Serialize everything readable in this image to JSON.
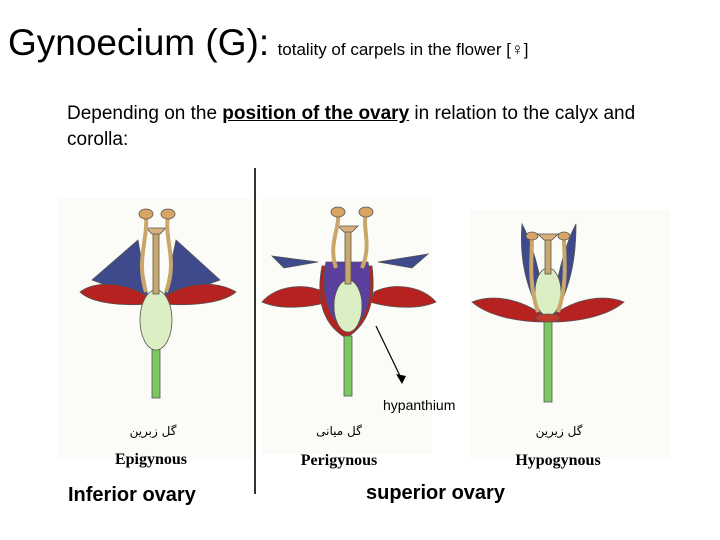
{
  "title": {
    "main": "Gynoecium (G):",
    "sub": "totality of carpels in the flower [♀]"
  },
  "intro": {
    "before": "Depending on the ",
    "emphasis": "position of the ovary",
    "after": " in relation to the calyx and corolla:"
  },
  "flowers": [
    {
      "persian": "گل زبرین",
      "latin": "Epigynous"
    },
    {
      "persian": "گل میانی",
      "latin": "Perigynous"
    },
    {
      "persian": "گل زیرین",
      "latin": "Hypogynous"
    }
  ],
  "hypanthium_label": "hypanthium",
  "captions": {
    "inferior": "Inferior ovary",
    "superior": "superior ovary"
  },
  "colors": {
    "petal": "#b5221f",
    "sepal": "#3e4a8c",
    "ovary": "#dcefc4",
    "stalk": "#7cc860",
    "stamen": "#c9a76a",
    "cup": "#5a3f9e"
  }
}
